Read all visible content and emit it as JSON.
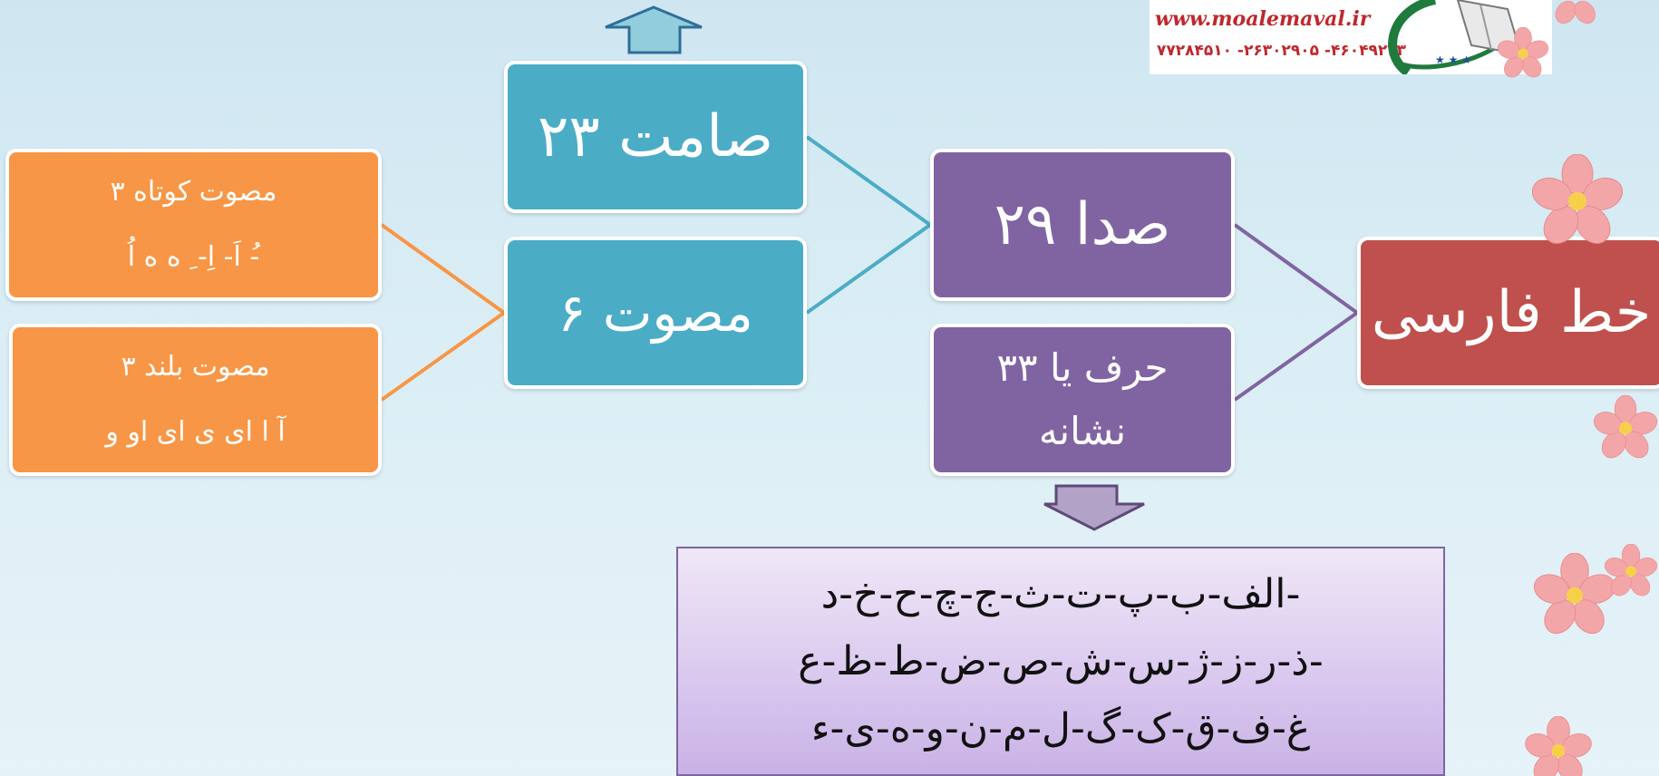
{
  "diagram": {
    "root": {
      "label": "خط فارسی"
    },
    "sounds": {
      "label": "۲۹ صدا"
    },
    "letters": {
      "line1": "۳۳ حرف یا",
      "line2": "نشانه"
    },
    "consonants": {
      "label": "۲۳ صامت"
    },
    "vowels": {
      "label": "۶ مصوت"
    },
    "short_vowels": {
      "title": "۳ مصوت کوتاه",
      "examples": "اَ- اِ- ِ ه ه  اُ -ُ"
    },
    "long_vowels": {
      "title": "۳ مصوت بلند",
      "examples": "آ  ا  ای ی ای  او و"
    },
    "alphabet": {
      "line1": "الف-ب-پ-ت-ث-ج-چ-ح-خ-د-",
      "line2": "ذ-ر-ز-ژ-س-ش-ص-ض-ط-ظ-ع-",
      "line3": "غ-ف-ق-ک-گ-ل-م-ن-و-ه-ی-ء"
    }
  },
  "logo": {
    "url": "www.moalemaval.ir",
    "phones": "۷۷۲۸۴۵۱۰ -۲۶۳۰۲۹۰۵ -۴۶۰۴۹۲۳۳"
  },
  "colors": {
    "teal": "#4bacc6",
    "purple": "#8064a2",
    "orange": "#f79646",
    "red": "#c0504d",
    "background": "#d6ebf4"
  }
}
